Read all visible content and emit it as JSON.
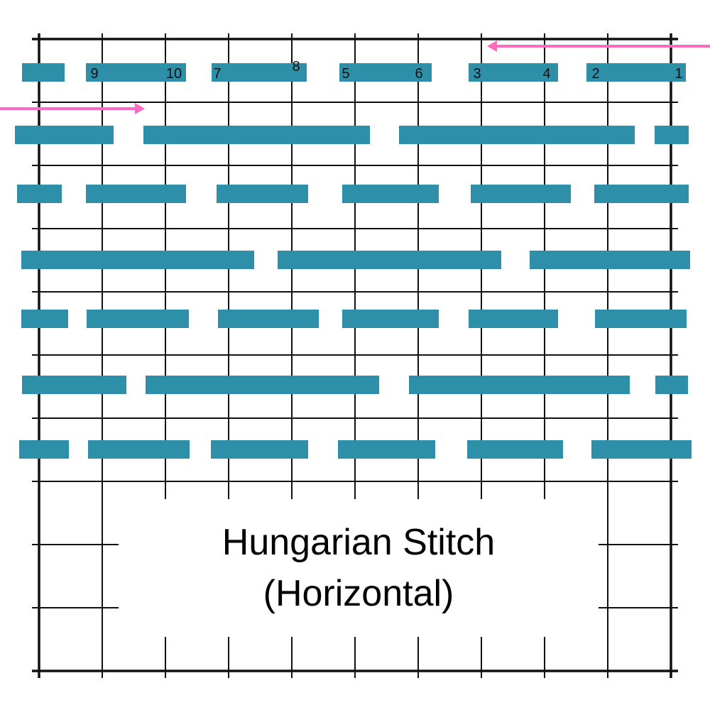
{
  "title": {
    "line1": "Hungarian Stitch",
    "line2": "(Horizontal)"
  },
  "stitch_numbers": [
    "9",
    "10",
    "7",
    "8",
    "5",
    "6",
    "3",
    "4",
    "2",
    "1"
  ],
  "colors": {
    "stitch": "#2e8fa8",
    "arrow": "#ff6ac1",
    "grid": "#111111"
  },
  "arrows": [
    {
      "name": "start-arrow",
      "direction": "left"
    },
    {
      "name": "return-arrow",
      "direction": "right"
    }
  ]
}
